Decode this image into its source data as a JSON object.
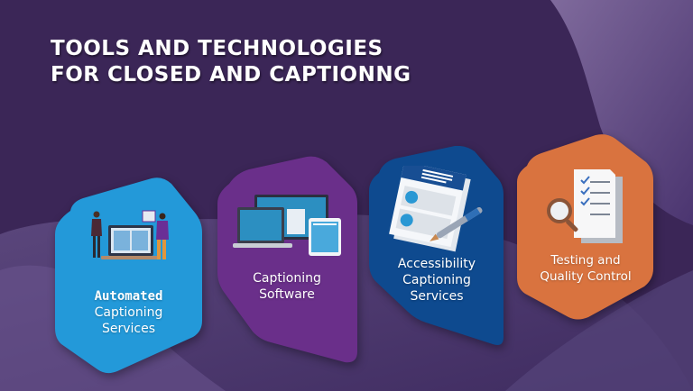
{
  "title": {
    "line1": "TOOLS AND TECHNOLOGIES",
    "line2": "FOR CLOSED AND CAPTIONNG"
  },
  "colors": {
    "background": "#3b2657",
    "automated": "#2399d9",
    "software": "#6a2f8a",
    "accessibility": "#0e4a8f",
    "testing": "#d9733f"
  },
  "cards": [
    {
      "id": "automated",
      "icon": "people-laptop-icon",
      "lines": [
        "Automated",
        "Captioning",
        "Services"
      ]
    },
    {
      "id": "software",
      "icon": "devices-icon",
      "lines": [
        "Captioning",
        "Software"
      ]
    },
    {
      "id": "accessibility",
      "icon": "document-pen-icon",
      "lines": [
        "Accessibility",
        "Captioning",
        "Services"
      ]
    },
    {
      "id": "testing",
      "icon": "checklist-magnifier-icon",
      "lines": [
        "Testing and",
        "Quality Control"
      ]
    }
  ]
}
